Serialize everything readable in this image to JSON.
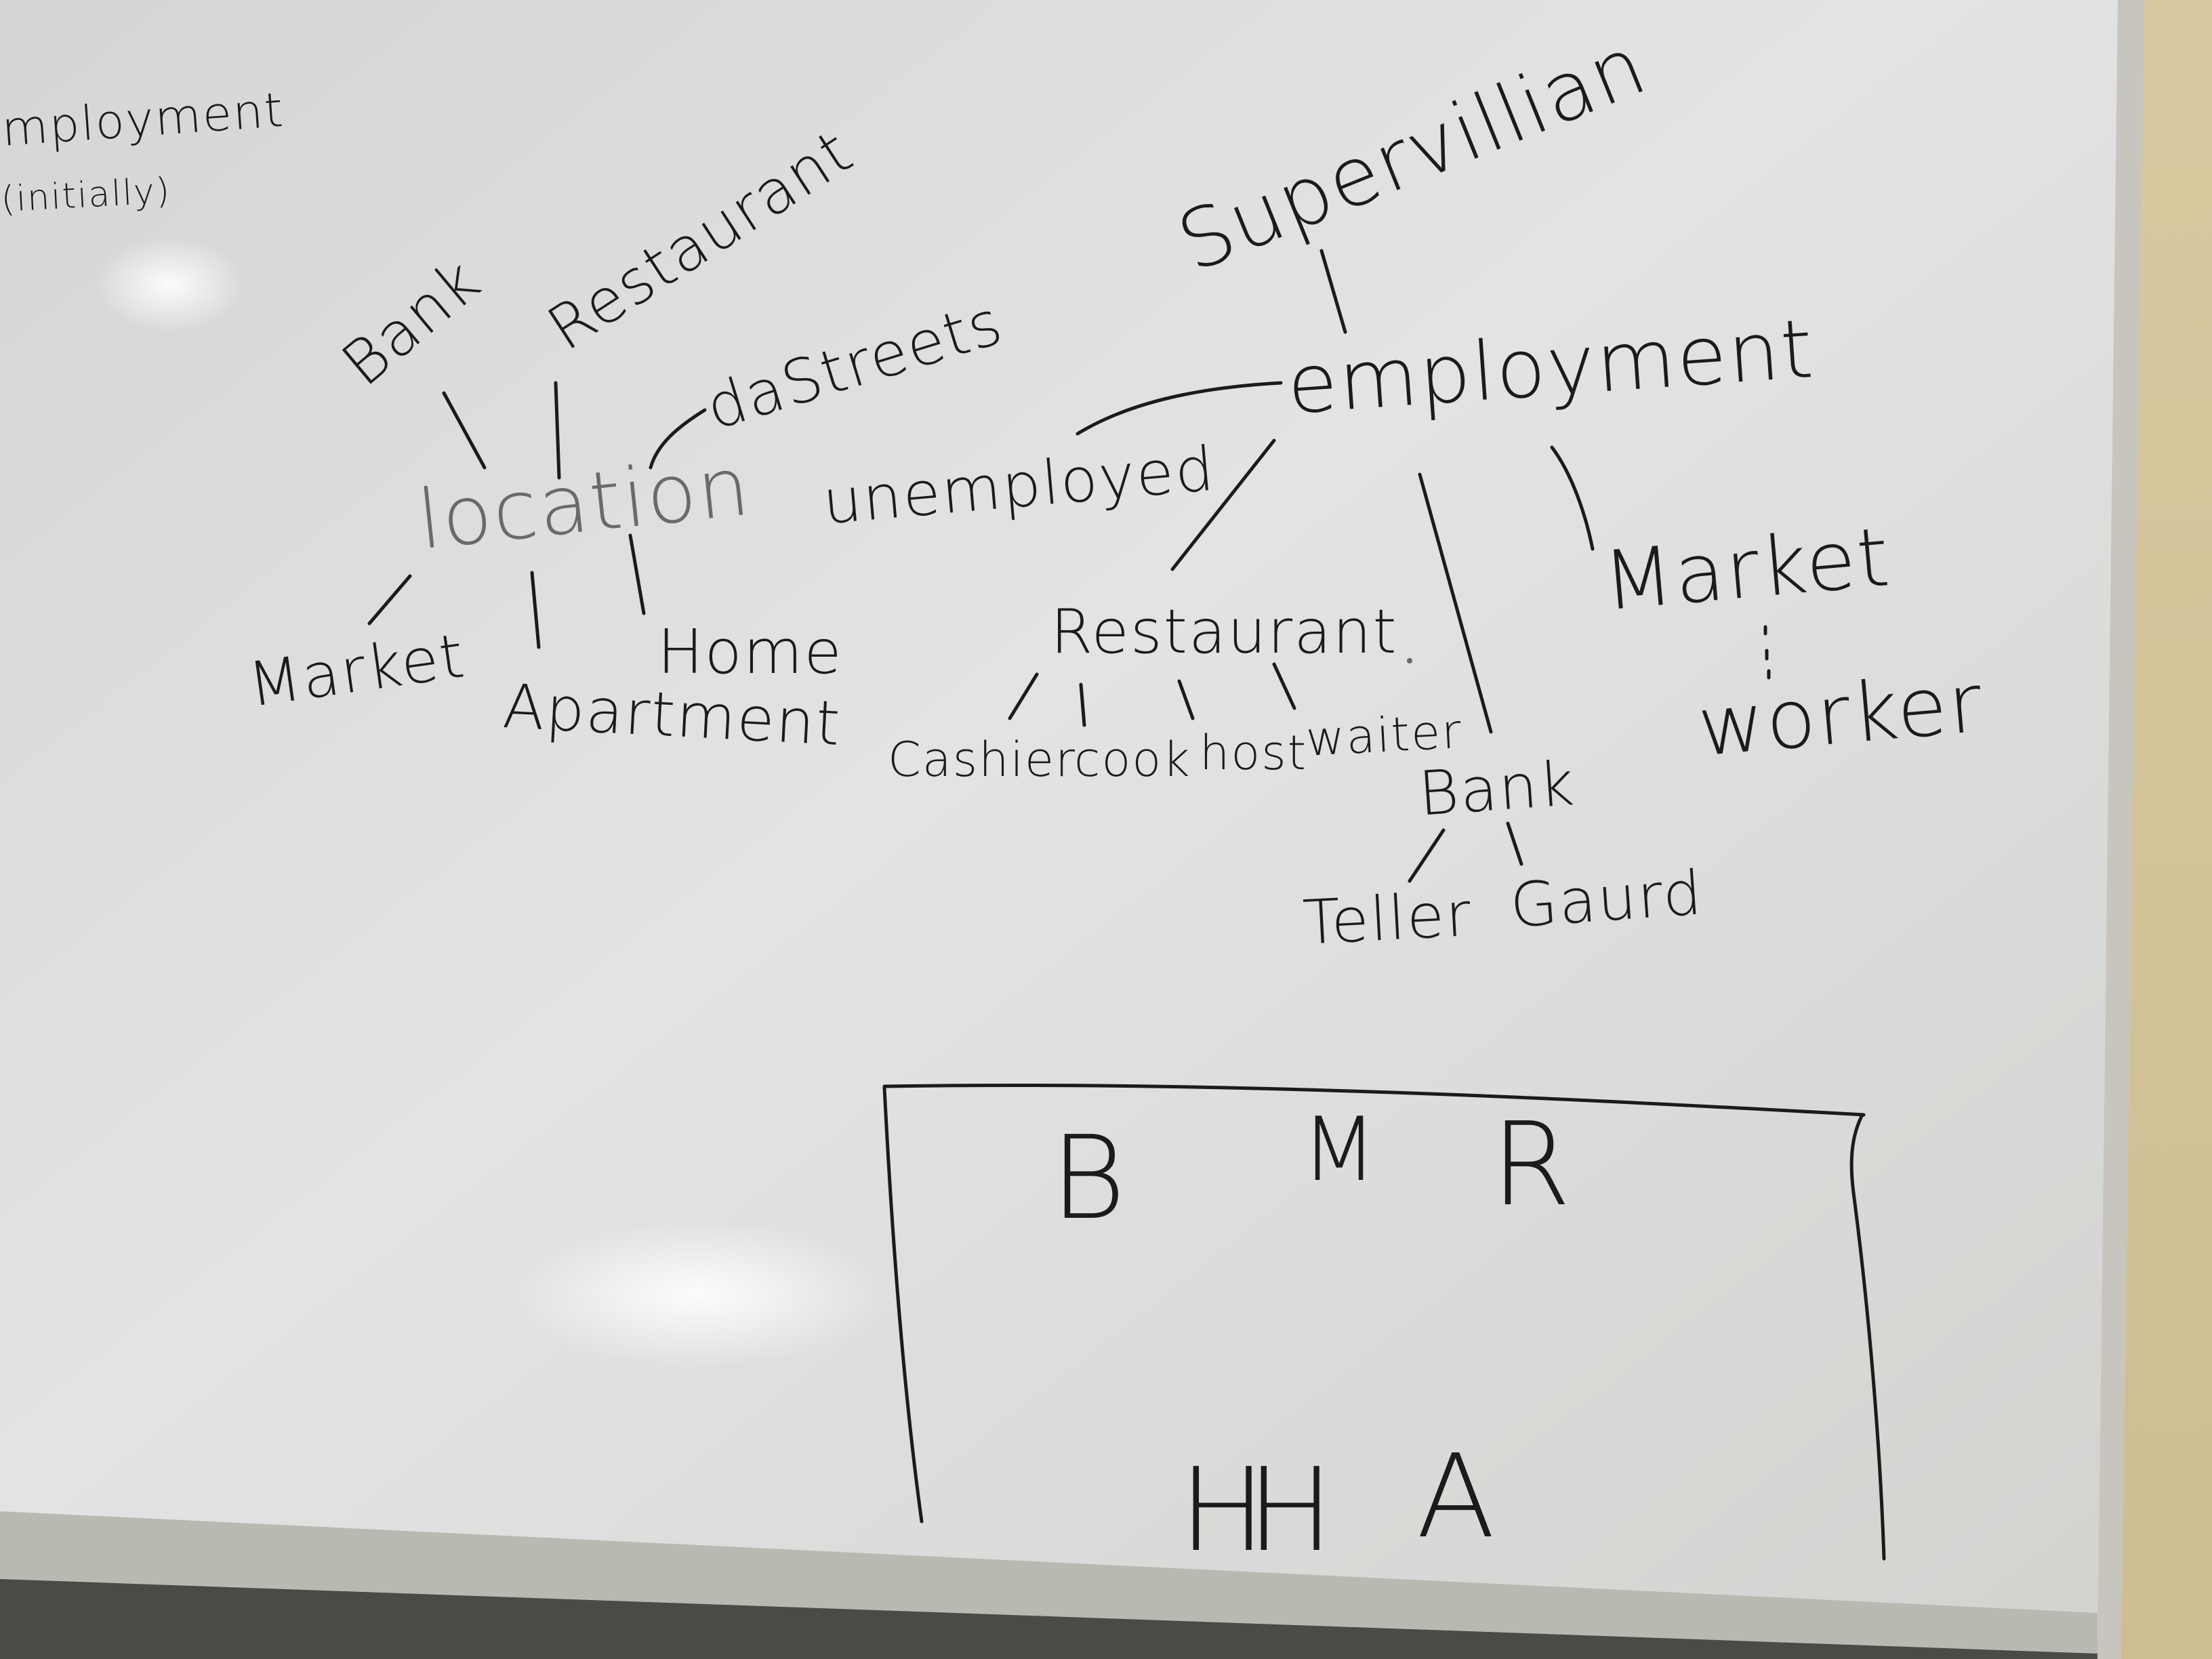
{
  "whiteboard": {
    "corner_note": {
      "line1": "mployment",
      "line2": "(initially)"
    },
    "location_tree": {
      "root": "location",
      "children": [
        "Bank",
        "Restaurant",
        "daStreets",
        "Market",
        "Apartment",
        "Home"
      ]
    },
    "employment_tree": {
      "root": "employment",
      "parent": "Supervillian",
      "children": [
        "unemployed",
        "Restaurant",
        "Bank",
        "Market"
      ],
      "restaurant_roles": [
        "Cashier",
        "cook",
        "host",
        "waiter"
      ],
      "bank_roles": [
        "Teller",
        "Gaurd"
      ],
      "market_roles": [
        "worker"
      ]
    },
    "box_diagram": {
      "top_row": [
        "B",
        "M",
        "R"
      ],
      "bottom_row": [
        "H",
        "H",
        "A"
      ]
    }
  },
  "colors": {
    "board": "#dfe1e0",
    "marker": "#1b1b1b",
    "wall": "#d9cba3",
    "frame": "#bfbdb4"
  }
}
